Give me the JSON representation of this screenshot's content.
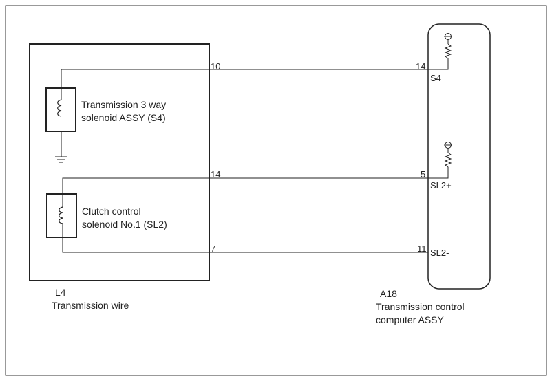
{
  "l4": {
    "code": "L4",
    "name": "Transmission wire",
    "pins": {
      "s4": "10",
      "sl2_plus": "14",
      "sl2_minus": "7"
    },
    "components": {
      "s4": {
        "line1": "Transmission 3 way",
        "line2": "solenoid ASSY (S4)"
      },
      "sl2": {
        "line1": "Clutch control",
        "line2": "solenoid No.1 (SL2)"
      }
    }
  },
  "a18": {
    "code": "A18",
    "name_line1": "Transmission control",
    "name_line2": "computer ASSY",
    "pins": {
      "s4": "14",
      "sl2_plus": "5",
      "sl2_minus": "11"
    },
    "terminals": {
      "s4": "S4",
      "sl2_plus": "SL2+",
      "sl2_minus": "SL2-"
    }
  }
}
